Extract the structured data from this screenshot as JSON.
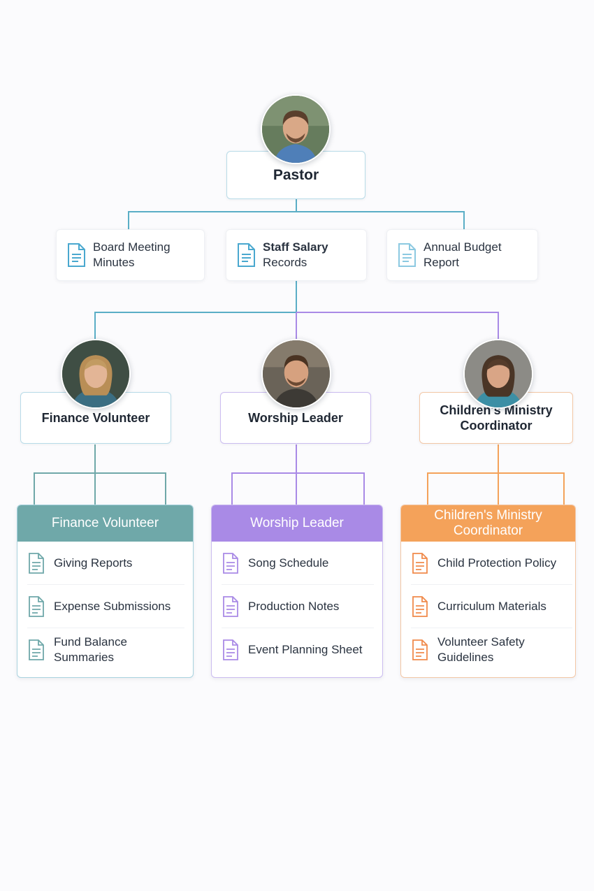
{
  "pastor": {
    "title": "Pastor",
    "documents": [
      {
        "label_line1": "Board Meeting",
        "label_line2": "Minutes",
        "icon": "document-icon"
      },
      {
        "label_line1": "Staff Salary",
        "label_line2": "Records",
        "icon": "document-icon"
      },
      {
        "label_line1": "Annual Budget",
        "label_line2": "Report",
        "icon": "document-icon"
      }
    ]
  },
  "roles": [
    {
      "title": "Finance Volunteer",
      "title_line1": "Finance Volunteer",
      "color": "#6fa8a9",
      "panel_title": "Finance Volunteer",
      "items": [
        {
          "line1": "Giving Reports",
          "line2": ""
        },
        {
          "line1": "Expense Submissions",
          "line2": ""
        },
        {
          "line1": "Fund Balance",
          "line2": "Summaries"
        }
      ]
    },
    {
      "title": "Worship Leader",
      "title_line1": "Worship Leader",
      "color": "#a98ae6",
      "panel_title": "Worship Leader",
      "items": [
        {
          "line1": "Song Schedule",
          "line2": ""
        },
        {
          "line1": "Production Notes",
          "line2": ""
        },
        {
          "line1": "Event Planning Sheet",
          "line2": ""
        }
      ]
    },
    {
      "title": "Children's Ministry Coordinator",
      "title_line1": "Children's Ministry",
      "title_line2": "Coordinator",
      "color": "#f4a25a",
      "panel_title_line1": "Children's Ministry",
      "panel_title_line2": "Coordinator",
      "items": [
        {
          "line1": "Child Protection Policy",
          "line2": ""
        },
        {
          "line1": "Curriculum Materials",
          "line2": ""
        },
        {
          "line1": "Volunteer Safety",
          "line2": "Guidelines"
        }
      ]
    }
  ],
  "colors": {
    "teal": "#6fa8a9",
    "blue_line": "#5aaec6",
    "purple": "#a98ae6",
    "orange": "#f4a25a",
    "doc_blue": "#4aa8cf"
  }
}
